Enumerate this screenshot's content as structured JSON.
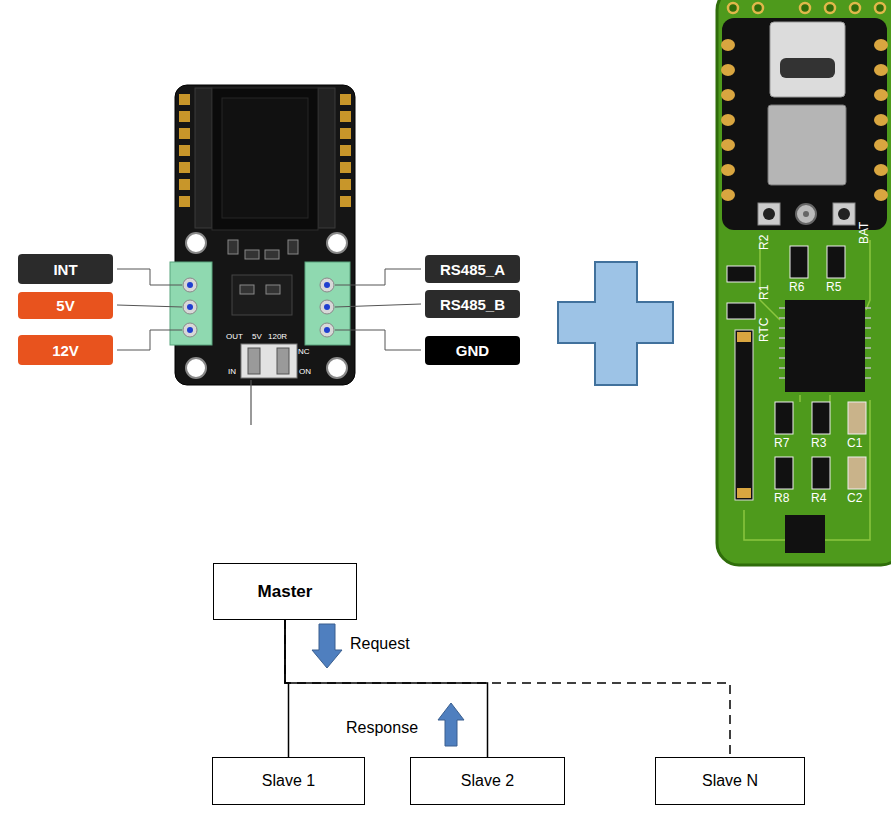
{
  "diagram": {
    "nodes": [
      {
        "text": [
          "INT"
        ]
      },
      {
        "text": [
          "5V"
        ]
      },
      {
        "text": [
          "12V"
        ]
      },
      {
        "text": [
          "RS485_A"
        ]
      },
      {
        "text": [
          "RS485_B"
        ]
      },
      {
        "text": [
          "GND"
        ]
      },
      {
        "text": [
          "Master"
        ]
      },
      {
        "text": [
          "Slave 1"
        ]
      },
      {
        "text": [
          "Slave 2"
        ]
      },
      {
        "text": [
          "Slave N"
        ]
      }
    ],
    "edges": [
      {
        "from": 6,
        "to": 7,
        "arrow": "none"
      },
      {
        "from": 6,
        "to": 8,
        "arrow": "none"
      },
      {
        "from": 6,
        "to": 9,
        "arrow": "none"
      }
    ],
    "labels": [
      "OUT",
      "5V",
      "120R",
      "NC",
      "IN",
      "ON",
      "R2",
      "R6",
      "R5",
      "R1",
      "RTC",
      "R7",
      "R3",
      "C1",
      "R8",
      "R4",
      "C2",
      "BAT",
      "Request",
      "Response"
    ]
  }
}
